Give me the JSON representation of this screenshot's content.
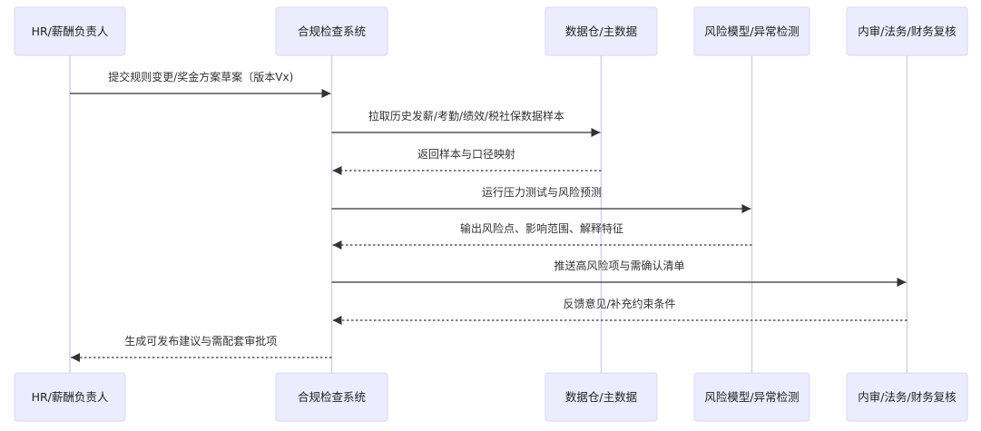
{
  "diagram_type": "sequence",
  "participants": [
    {
      "id": "hr",
      "label": "HR/薪酬负责人"
    },
    {
      "id": "compliance",
      "label": "合规检查系统"
    },
    {
      "id": "dw",
      "label": "数据仓/主数据"
    },
    {
      "id": "risk",
      "label": "风险模型/异常检测"
    },
    {
      "id": "audit",
      "label": "内审/法务/财务复核"
    }
  ],
  "messages": [
    {
      "from": "hr",
      "to": "compliance",
      "style": "solid",
      "label": "提交规则变更/奖金方案草案（版本Vx)"
    },
    {
      "from": "compliance",
      "to": "dw",
      "style": "solid",
      "label": "拉取历史发薪/考勤/绩效/税社保数据样本"
    },
    {
      "from": "dw",
      "to": "compliance",
      "style": "dotted",
      "label": "返回样本与口径映射"
    },
    {
      "from": "compliance",
      "to": "risk",
      "style": "solid",
      "label": "运行压力测试与风险预测"
    },
    {
      "from": "risk",
      "to": "compliance",
      "style": "dotted",
      "label": "输出风险点、影响范围、解释特征"
    },
    {
      "from": "compliance",
      "to": "audit",
      "style": "solid",
      "label": "推送高风险项与需确认清单"
    },
    {
      "from": "audit",
      "to": "compliance",
      "style": "dotted",
      "label": "反馈意见/补充约束条件"
    },
    {
      "from": "compliance",
      "to": "hr",
      "style": "dotted",
      "label": "生成可发布建议与需配套审批项"
    }
  ],
  "colors": {
    "actor_fill": "#ECECFF",
    "actor_border": "#dcd6f5",
    "lifeline": "#d6d0f0",
    "arrow": "#333333"
  }
}
